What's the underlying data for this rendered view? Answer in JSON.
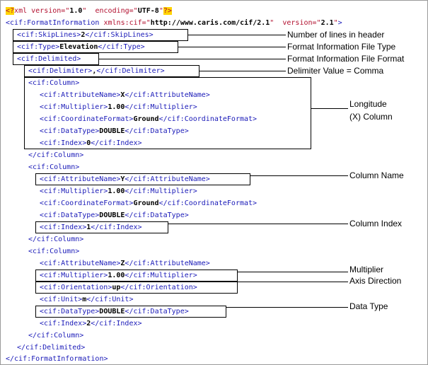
{
  "xml": {
    "declaration": {
      "open": "<?",
      "name": "xml",
      "version_attr": "version",
      "version_eq": "=\"",
      "version_val": "1.0",
      "version_close": "\"",
      "encoding_attr": "encoding",
      "encoding_eq": "=\"",
      "encoding_val": "UTF-8",
      "encoding_close": "\"",
      "close": "?>"
    },
    "root_open": {
      "tag": "<cif:FormatInformation",
      "ns_attr": "xmlns:cif",
      "ns_eq": "=\"",
      "ns_val": "http://www.caris.com/cif/2.1",
      "ns_close": "\"",
      "ver_attr": "version",
      "ver_eq": "=\"",
      "ver_val": "2.1",
      "ver_close": "\"",
      "end": ">"
    },
    "skiplines": {
      "open": "<cif:SkipLines>",
      "value": "2",
      "close": "</cif:SkipLines>"
    },
    "type": {
      "open": "<cif:Type>",
      "value": "Elevation",
      "close": "</cif:Type>"
    },
    "delimited_open": "<cif:Delimited>",
    "delimiter": {
      "open": "<cif:Delimiter>",
      "value": ",",
      "close": "</cif:Delimiter>"
    },
    "columns": [
      {
        "open": "<cif:Column>",
        "attribute": {
          "open": "<cif:AttributeName>",
          "value": "X",
          "close": "</cif:AttributeName>"
        },
        "multiplier": {
          "open": "<cif:Multiplier>",
          "value": "1.00",
          "close": "</cif:Multiplier>"
        },
        "coordformat": {
          "open": "<cif:CoordinateFormat>",
          "value": "Ground",
          "close": "</cif:CoordinateFormat>"
        },
        "datatype": {
          "open": "<cif:DataType>",
          "value": "DOUBLE",
          "close": "</cif:DataType>"
        },
        "index": {
          "open": "<cif:Index>",
          "value": "0",
          "close": "</cif:Index>"
        },
        "close": "</cif:Column>"
      },
      {
        "open": "<cif:Column>",
        "attribute": {
          "open": "<cif:AttributeName>",
          "value": "Y",
          "close": "</cif:AttributeName>"
        },
        "multiplier": {
          "open": "<cif:Multiplier>",
          "value": "1.00",
          "close": "</cif:Multiplier>"
        },
        "coordformat": {
          "open": "<cif:CoordinateFormat>",
          "value": "Ground",
          "close": "</cif:CoordinateFormat>"
        },
        "datatype": {
          "open": "<cif:DataType>",
          "value": "DOUBLE",
          "close": "</cif:DataType>"
        },
        "index": {
          "open": "<cif:Index>",
          "value": "1",
          "close": "</cif:Index>"
        },
        "close": "</cif:Column>"
      },
      {
        "open": "<cif:Column>",
        "attribute": {
          "open": "<cif:AttributeName>",
          "value": "Z",
          "close": "</cif:AttributeName>"
        },
        "multiplier": {
          "open": "<cif:Multiplier>",
          "value": "1.00",
          "close": "</cif:Multiplier>"
        },
        "orientation": {
          "open": "<cif:Orientation>",
          "value": "up",
          "close": "</cif:Orientation>"
        },
        "unit": {
          "open": "<cif:Unit>",
          "value": "m",
          "close": "</cif:Unit>"
        },
        "datatype": {
          "open": "<cif:DataType>",
          "value": "DOUBLE",
          "close": "</cif:DataType>"
        },
        "index": {
          "open": "<cif:Index>",
          "value": "2",
          "close": "</cif:Index>"
        },
        "close": "</cif:Column>"
      }
    ],
    "delimited_close": "</cif:Delimited>",
    "root_close": "</cif:FormatInformation>"
  },
  "annotations": {
    "skiplines": "Number of lines in header",
    "type": "Format Information File Type",
    "delimited": "Format Information File Format",
    "delimiter": "Delimiter Value = Comma",
    "longitude_line1": "Longitude",
    "longitude_line2": "(X) Column",
    "column_name": "Column Name",
    "column_index": "Column Index",
    "multiplier": "Multiplier",
    "axis_direction": "Axis Direction",
    "data_type": "Data Type"
  }
}
